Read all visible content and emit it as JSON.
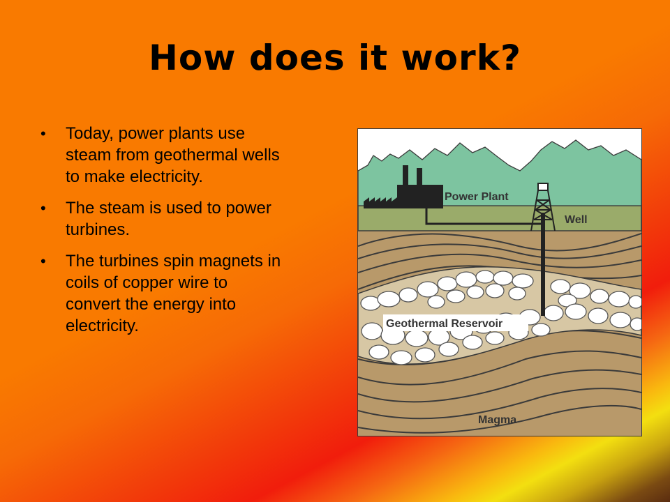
{
  "slide": {
    "title": "How does it work?",
    "bullets": [
      "Today, power plants use steam from geothermal wells to make electricity.",
      "The steam is used to power turbines.",
      "The turbines spin magnets in coils of copper wire to convert the energy into electricity."
    ]
  },
  "diagram": {
    "labels": {
      "power_plant": "Power Plant",
      "well": "Well",
      "reservoir": "Geothermal Reservoir",
      "magma": "Magma"
    },
    "colors": {
      "mountains": "#7dc4a0",
      "surface": "#9aab6a",
      "ground": "#b8996a",
      "rocks": "#ffffff",
      "lines": "#333333"
    }
  }
}
